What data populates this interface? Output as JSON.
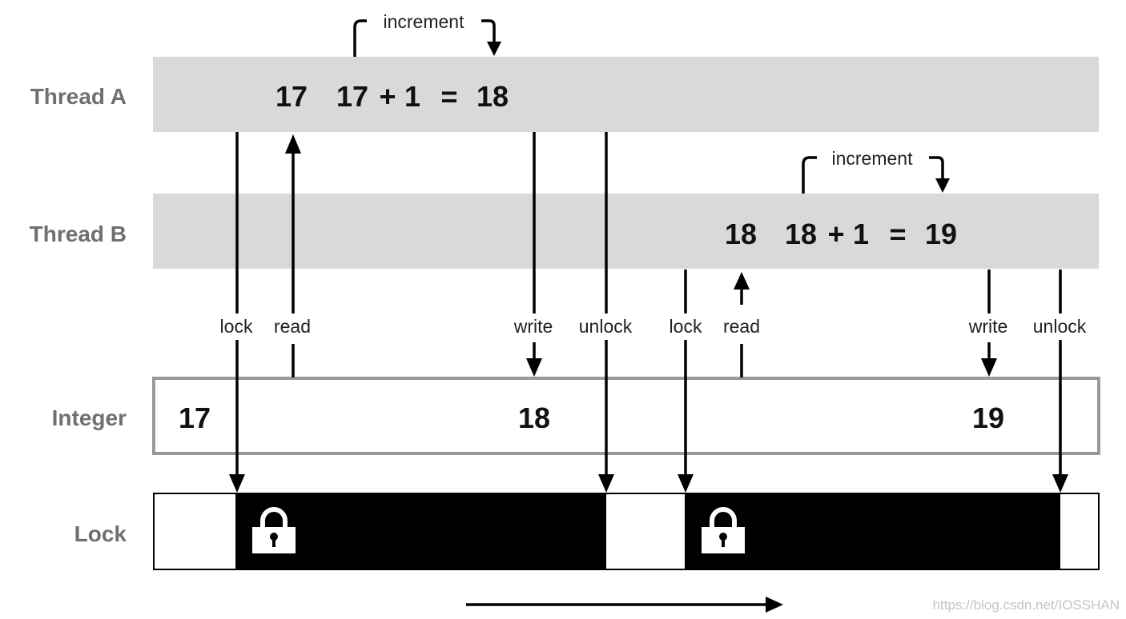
{
  "rows": {
    "thread_a": "Thread A",
    "thread_b": "Thread B",
    "integer": "Integer",
    "lock": "Lock"
  },
  "thread_a": {
    "read_value": "17",
    "expr_operand": "17",
    "plus": "+",
    "one": "1",
    "equals": "=",
    "result": "18",
    "increment": "increment"
  },
  "thread_b": {
    "read_value": "18",
    "expr_operand": "18",
    "plus": "+",
    "one": "1",
    "equals": "=",
    "result": "19",
    "increment": "increment"
  },
  "integer": {
    "v1": "17",
    "v2": "18",
    "v3": "19"
  },
  "ops": {
    "lock": "lock",
    "read": "read",
    "write": "write",
    "unlock": "unlock"
  },
  "watermark": "https://blog.csdn.net/IOSSHAN",
  "colors": {
    "thread_band": "#d9d9d9",
    "integer_border": "#9a9a9a",
    "locked_fill": "#000000",
    "label_gray": "#707070"
  },
  "icons": [
    "padlock-icon",
    "time-arrow"
  ]
}
